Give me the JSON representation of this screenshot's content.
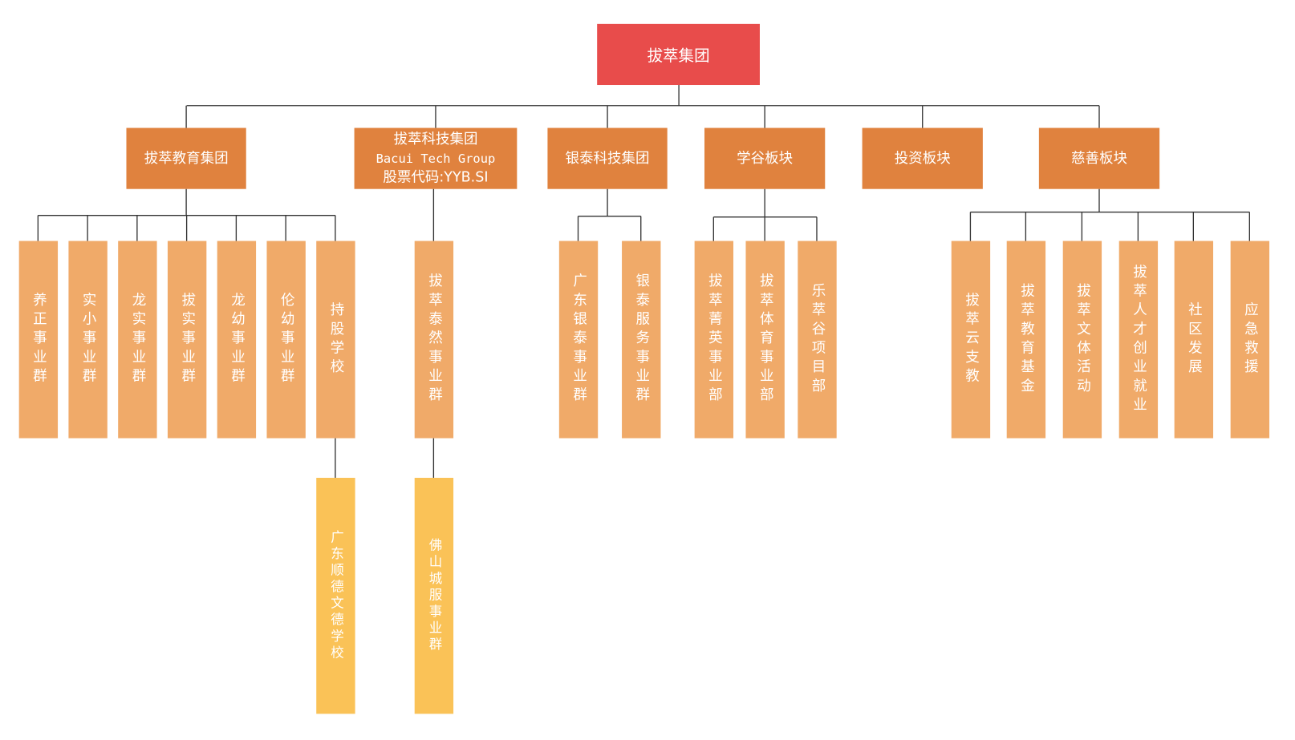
{
  "root": {
    "label": "拔萃集团"
  },
  "groups": [
    {
      "lines": [
        "拔萃教育集团"
      ],
      "children": [
        {
          "label": "养正事业群"
        },
        {
          "label": "实小事业群"
        },
        {
          "label": "龙实事业群"
        },
        {
          "label": "拔实事业群"
        },
        {
          "label": "龙幼事业群"
        },
        {
          "label": "伦幼事业群"
        },
        {
          "label": "持股学校",
          "children": [
            {
              "label": "广东顺德文德学校"
            }
          ]
        }
      ]
    },
    {
      "lines": [
        "拔萃科技集团",
        "Bacui Tech Group",
        "股票代码:YYB.SI"
      ],
      "children": [
        {
          "label": "拔萃泰然事业群",
          "children": [
            {
              "label": "佛山城服事业群"
            }
          ]
        }
      ]
    },
    {
      "lines": [
        "银泰科技集团"
      ],
      "children": [
        {
          "label": "广东银泰事业群"
        },
        {
          "label": "银泰服务事业群"
        }
      ]
    },
    {
      "lines": [
        "学谷板块"
      ],
      "children": [
        {
          "label": "拔萃菁英事业部"
        },
        {
          "label": "拔萃体育事业部"
        },
        {
          "label": "乐萃谷项目部"
        }
      ]
    },
    {
      "lines": [
        "投资板块"
      ],
      "children": []
    },
    {
      "lines": [
        "慈善板块"
      ],
      "children": [
        {
          "label": "拔萃云支教"
        },
        {
          "label": "拔萃教育基金"
        },
        {
          "label": "拔萃文体活动"
        },
        {
          "label": "拔萃人才创业就业"
        },
        {
          "label": "社区发展"
        },
        {
          "label": "应急救援"
        }
      ]
    }
  ],
  "colors": {
    "root": "#E84C4B",
    "group": "#E0823E",
    "unit": "#F0AA69",
    "subunit": "#FAC257",
    "line": "#333333"
  }
}
